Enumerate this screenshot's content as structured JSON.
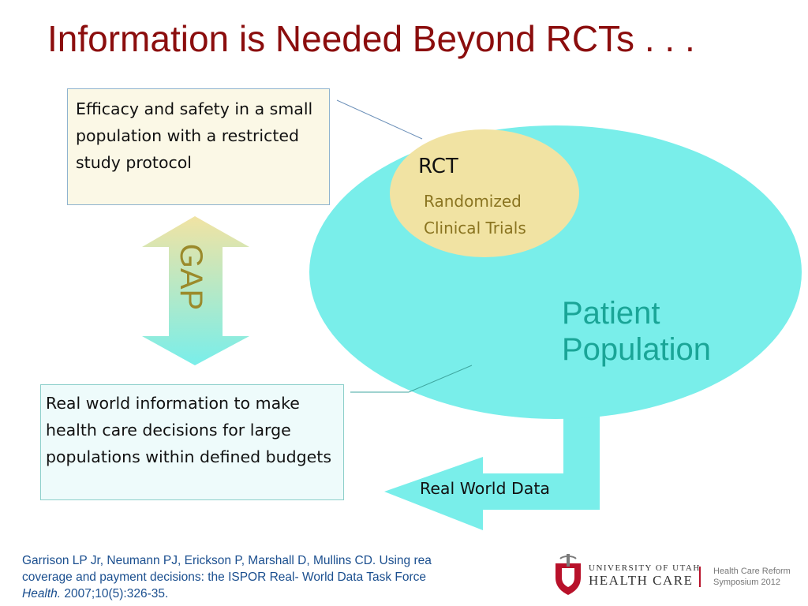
{
  "title": "Information is Needed Beyond RCTs . . .",
  "boxes": {
    "top_text": "Efficacy and safety in a small population with a restricted study protocol",
    "bottom_text": "Real world information to make health care decisions for large populations within defined budgets"
  },
  "rct": {
    "title": "RCT",
    "line1": "Randomized",
    "line2": "Clinical Trials"
  },
  "patient_population": {
    "line1": "Patient",
    "line2": "Population"
  },
  "gap_label": "GAP",
  "real_world_data_label": "Real World Data",
  "citation": {
    "line1": "Garrison LP Jr, Neumann PJ, Erickson P, Marshall D, Mullins CD. Using rea",
    "line2": "coverage and payment decisions: the ISPOR Real- World Data Task Force",
    "journal": "Health.",
    "ref": " 2007;10(5):326-35."
  },
  "logo": {
    "university": "UNIVERSITY OF UTAH",
    "health_care": "HEALTH CARE",
    "symposium_line1": "Health Care Reform",
    "symposium_line2": "Symposium 2012"
  },
  "colors": {
    "title": "#8b0d0d",
    "patient_circle": "#79eeea",
    "rct_ellipse": "#f1e3a3",
    "patient_text": "#1aa597",
    "rct_subtitle": "#8a7420",
    "citation": "#1b4f8f",
    "brand_red": "#b8112a"
  }
}
